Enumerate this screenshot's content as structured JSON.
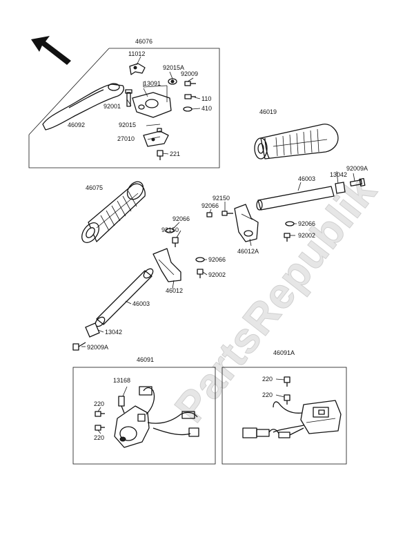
{
  "watermark": "PartsRepublik",
  "labels": {
    "l46076": "46076",
    "l11012": "11012",
    "l92015A": "92015A",
    "l92009a": "92009",
    "l13091": "13091",
    "l110": "110",
    "l92001": "92001",
    "l410": "410",
    "l46092": "46092",
    "l92015": "92015",
    "l27010": "27010",
    "l221": "221",
    "l46019": "46019",
    "l92009A_r": "92009A",
    "l13042_r": "13042",
    "l46003_r": "46003",
    "l92150_r": "92150",
    "l92066_r1": "92066",
    "l92066_r2": "92066",
    "l92002_r": "92002",
    "l46012A": "46012A",
    "l46075": "46075",
    "l92066_l1": "92066",
    "l92150_l": "92150",
    "l92066_l2": "92066",
    "l92002_l": "92002",
    "l46012": "46012",
    "l46003_l": "46003",
    "l13042_l": "13042",
    "l92009A_l": "92009A",
    "l46091": "46091",
    "l13168": "13168",
    "l220_a": "220",
    "l220_b": "220",
    "l46091A": "46091A",
    "l220_c": "220",
    "l220_d": "220"
  }
}
